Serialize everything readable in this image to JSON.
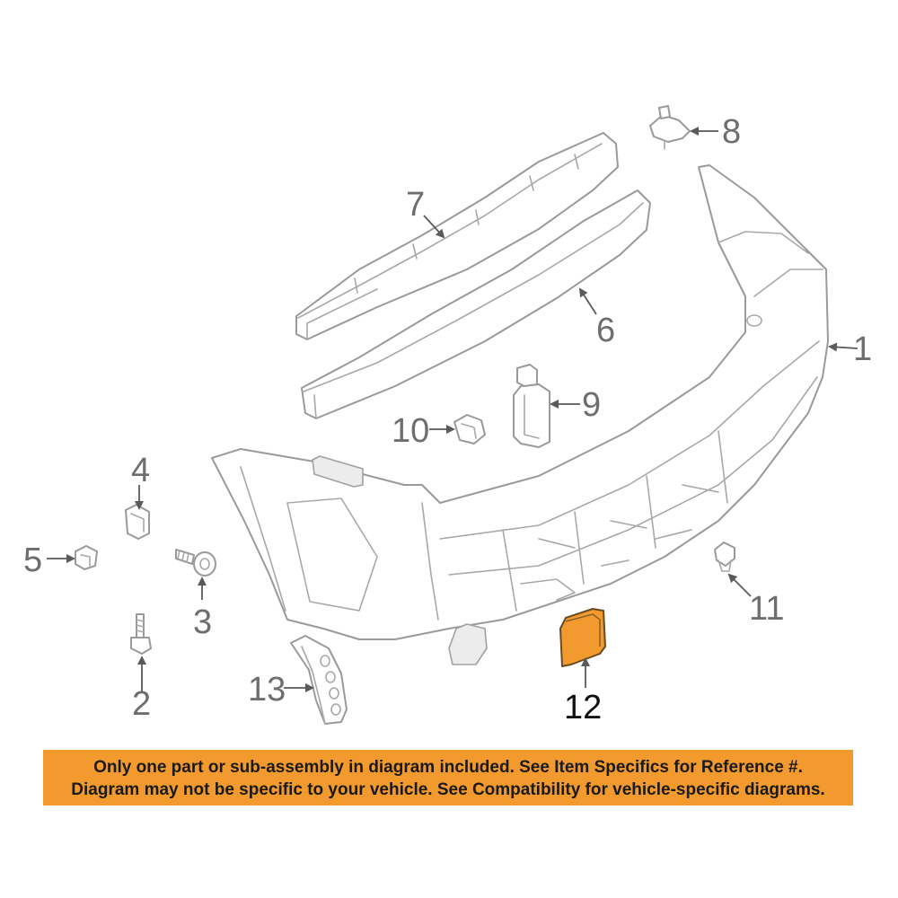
{
  "diagram": {
    "highlight_color": "#f29a2e",
    "callouts": [
      {
        "id": "c1",
        "label": "1"
      },
      {
        "id": "c2",
        "label": "2"
      },
      {
        "id": "c3",
        "label": "3"
      },
      {
        "id": "c4",
        "label": "4"
      },
      {
        "id": "c5",
        "label": "5"
      },
      {
        "id": "c6",
        "label": "6"
      },
      {
        "id": "c7",
        "label": "7"
      },
      {
        "id": "c8",
        "label": "8"
      },
      {
        "id": "c9",
        "label": "9"
      },
      {
        "id": "c10",
        "label": "10"
      },
      {
        "id": "c11",
        "label": "11"
      },
      {
        "id": "c12",
        "label": "12"
      },
      {
        "id": "c13",
        "label": "13"
      }
    ]
  },
  "notice": {
    "line1": "Only one part or sub-assembly in diagram included. See Item Specifics for Reference #.",
    "line2": "Diagram may not be specific to your vehicle. See Compatibility for vehicle-specific diagrams.",
    "background": "#f29a2e"
  }
}
